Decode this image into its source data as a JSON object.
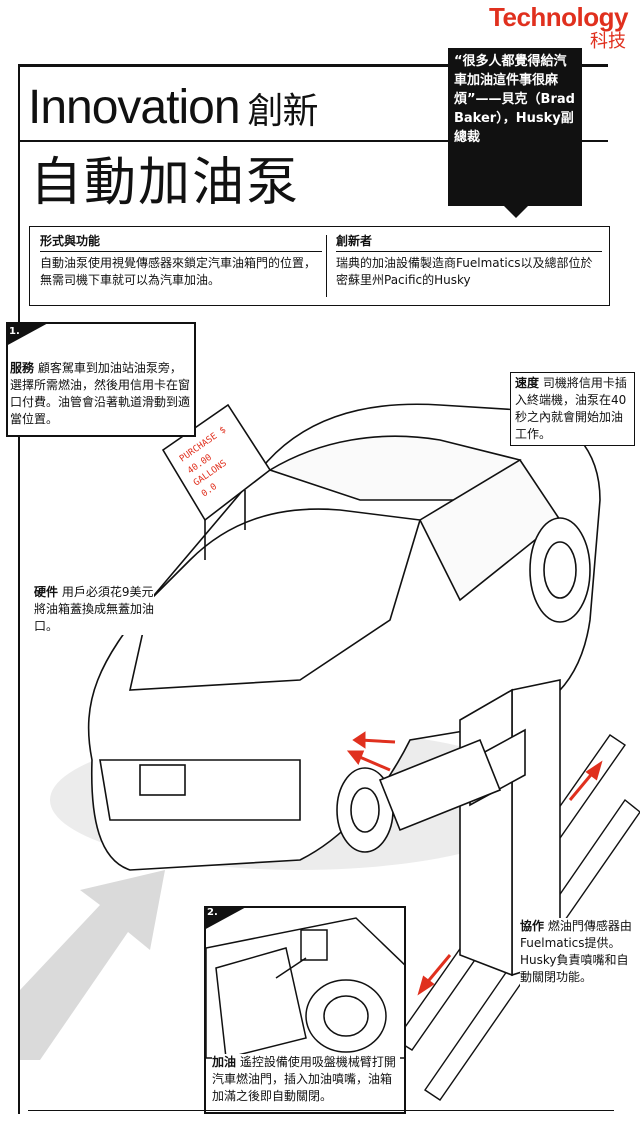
{
  "section": {
    "en": "Technology",
    "zh": "科技"
  },
  "headline": {
    "en": "Innovation",
    "zh": "創新"
  },
  "title": "自動加油泵",
  "quote": {
    "text": "“很多人都覺得給汽車加油這件事很麻煩”——貝克（Brad Baker），Husky副總裁"
  },
  "info": {
    "form_heading": "形式與功能",
    "form_text": "自動油泵使用視覺傳感器來鎖定汽車油箱門的位置，無需司機下車就可以為汽車加油。",
    "creator_heading": "創新者",
    "creator_text": "瑞典的加油設備製造商Fuelmatics以及總部位於密蘇里州Pacific的Husky"
  },
  "callouts": {
    "step1": "1.",
    "service_label": "服務",
    "service_text": "顧客駕車到加油站油泵旁，選擇所需燃油，然後用信用卡在窗口付費。油管會沿著軌道滑動到適當位置。",
    "speed_label": "速度",
    "speed_text": "司機將信用卡插入終端機，油泵在40秒之內就會開始加油工作。",
    "hardware_label": "硬件",
    "hardware_text": "用戶必須花9美元將油箱蓋換成無蓋加油口。",
    "step2": "2.",
    "coop_label": "協作",
    "coop_text": "燃油門傳感器由Fuelmatics提供。Husky負責噴嘴和自動關閉功能。",
    "fuel_label": "加油",
    "fuel_text": "遙控設備使用吸盤機械臂打開汽車燃油門，插入加油噴嘴，油箱加滿之後即自動關閉。"
  },
  "terminal_screen": {
    "line1": "PURCHASE $",
    "line2": "40.00",
    "line3": "GALLONS",
    "line4": "0.0"
  },
  "colors": {
    "accent": "#e0301e",
    "ink": "#111111",
    "arrow_gray": "#d9d9d9"
  }
}
